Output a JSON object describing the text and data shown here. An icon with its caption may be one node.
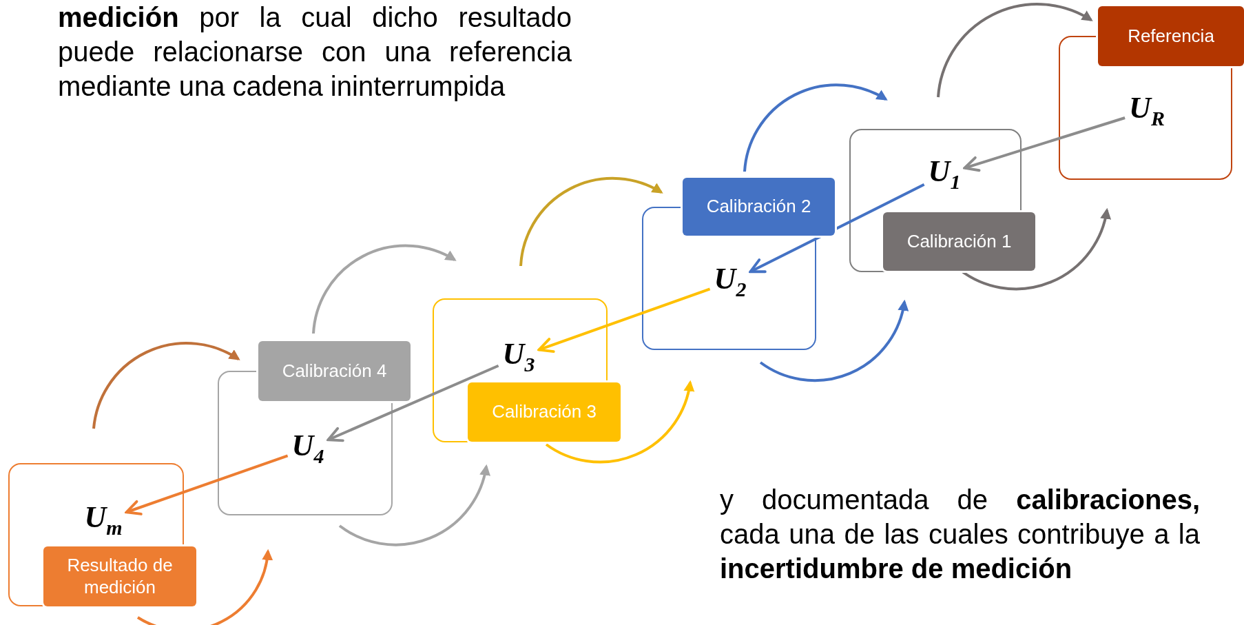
{
  "diagram": {
    "nodes": [
      {
        "text": [
          "Resultado de medición"
        ]
      },
      {
        "text": [
          "U$_{m}$"
        ],
        "in": 0
      },
      {
        "text": [
          "Calibración 4"
        ]
      },
      {
        "text": [
          "U$_{4}$"
        ],
        "in": 2
      },
      {
        "text": [
          "Calibración 3"
        ]
      },
      {
        "text": [
          "U$_{3}$"
        ],
        "in": 4
      },
      {
        "text": [
          "Calibración 2"
        ]
      },
      {
        "text": [
          "U$_{2}$"
        ],
        "in": 6
      },
      {
        "text": [
          "Calibración 1"
        ]
      },
      {
        "text": [
          "U$_{1}$"
        ],
        "in": 8
      },
      {
        "text": [
          "Referencia"
        ]
      },
      {
        "text": [
          "U$_{R}$"
        ],
        "in": 10
      }
    ],
    "edges": [
      {
        "from": 11,
        "to": 9,
        "arrow": "to"
      },
      {
        "from": 9,
        "to": 7,
        "arrow": "to",
        "color": "#4472c4"
      },
      {
        "from": 7,
        "to": 5,
        "arrow": "to",
        "color": "#ffc000"
      },
      {
        "from": 5,
        "to": 3,
        "arrow": "to"
      },
      {
        "from": 3,
        "to": 1,
        "arrow": "to",
        "color": "#ed7d31"
      }
    ],
    "labels": [
      "**medición** por la cual dicho resultado puede relacionarse con una referencia mediante una cadena ininterrumpida",
      "y documentada de **calibraciones,** cada una de las cuales contribuye a la **incertidumbre de medición**"
    ]
  }
}
